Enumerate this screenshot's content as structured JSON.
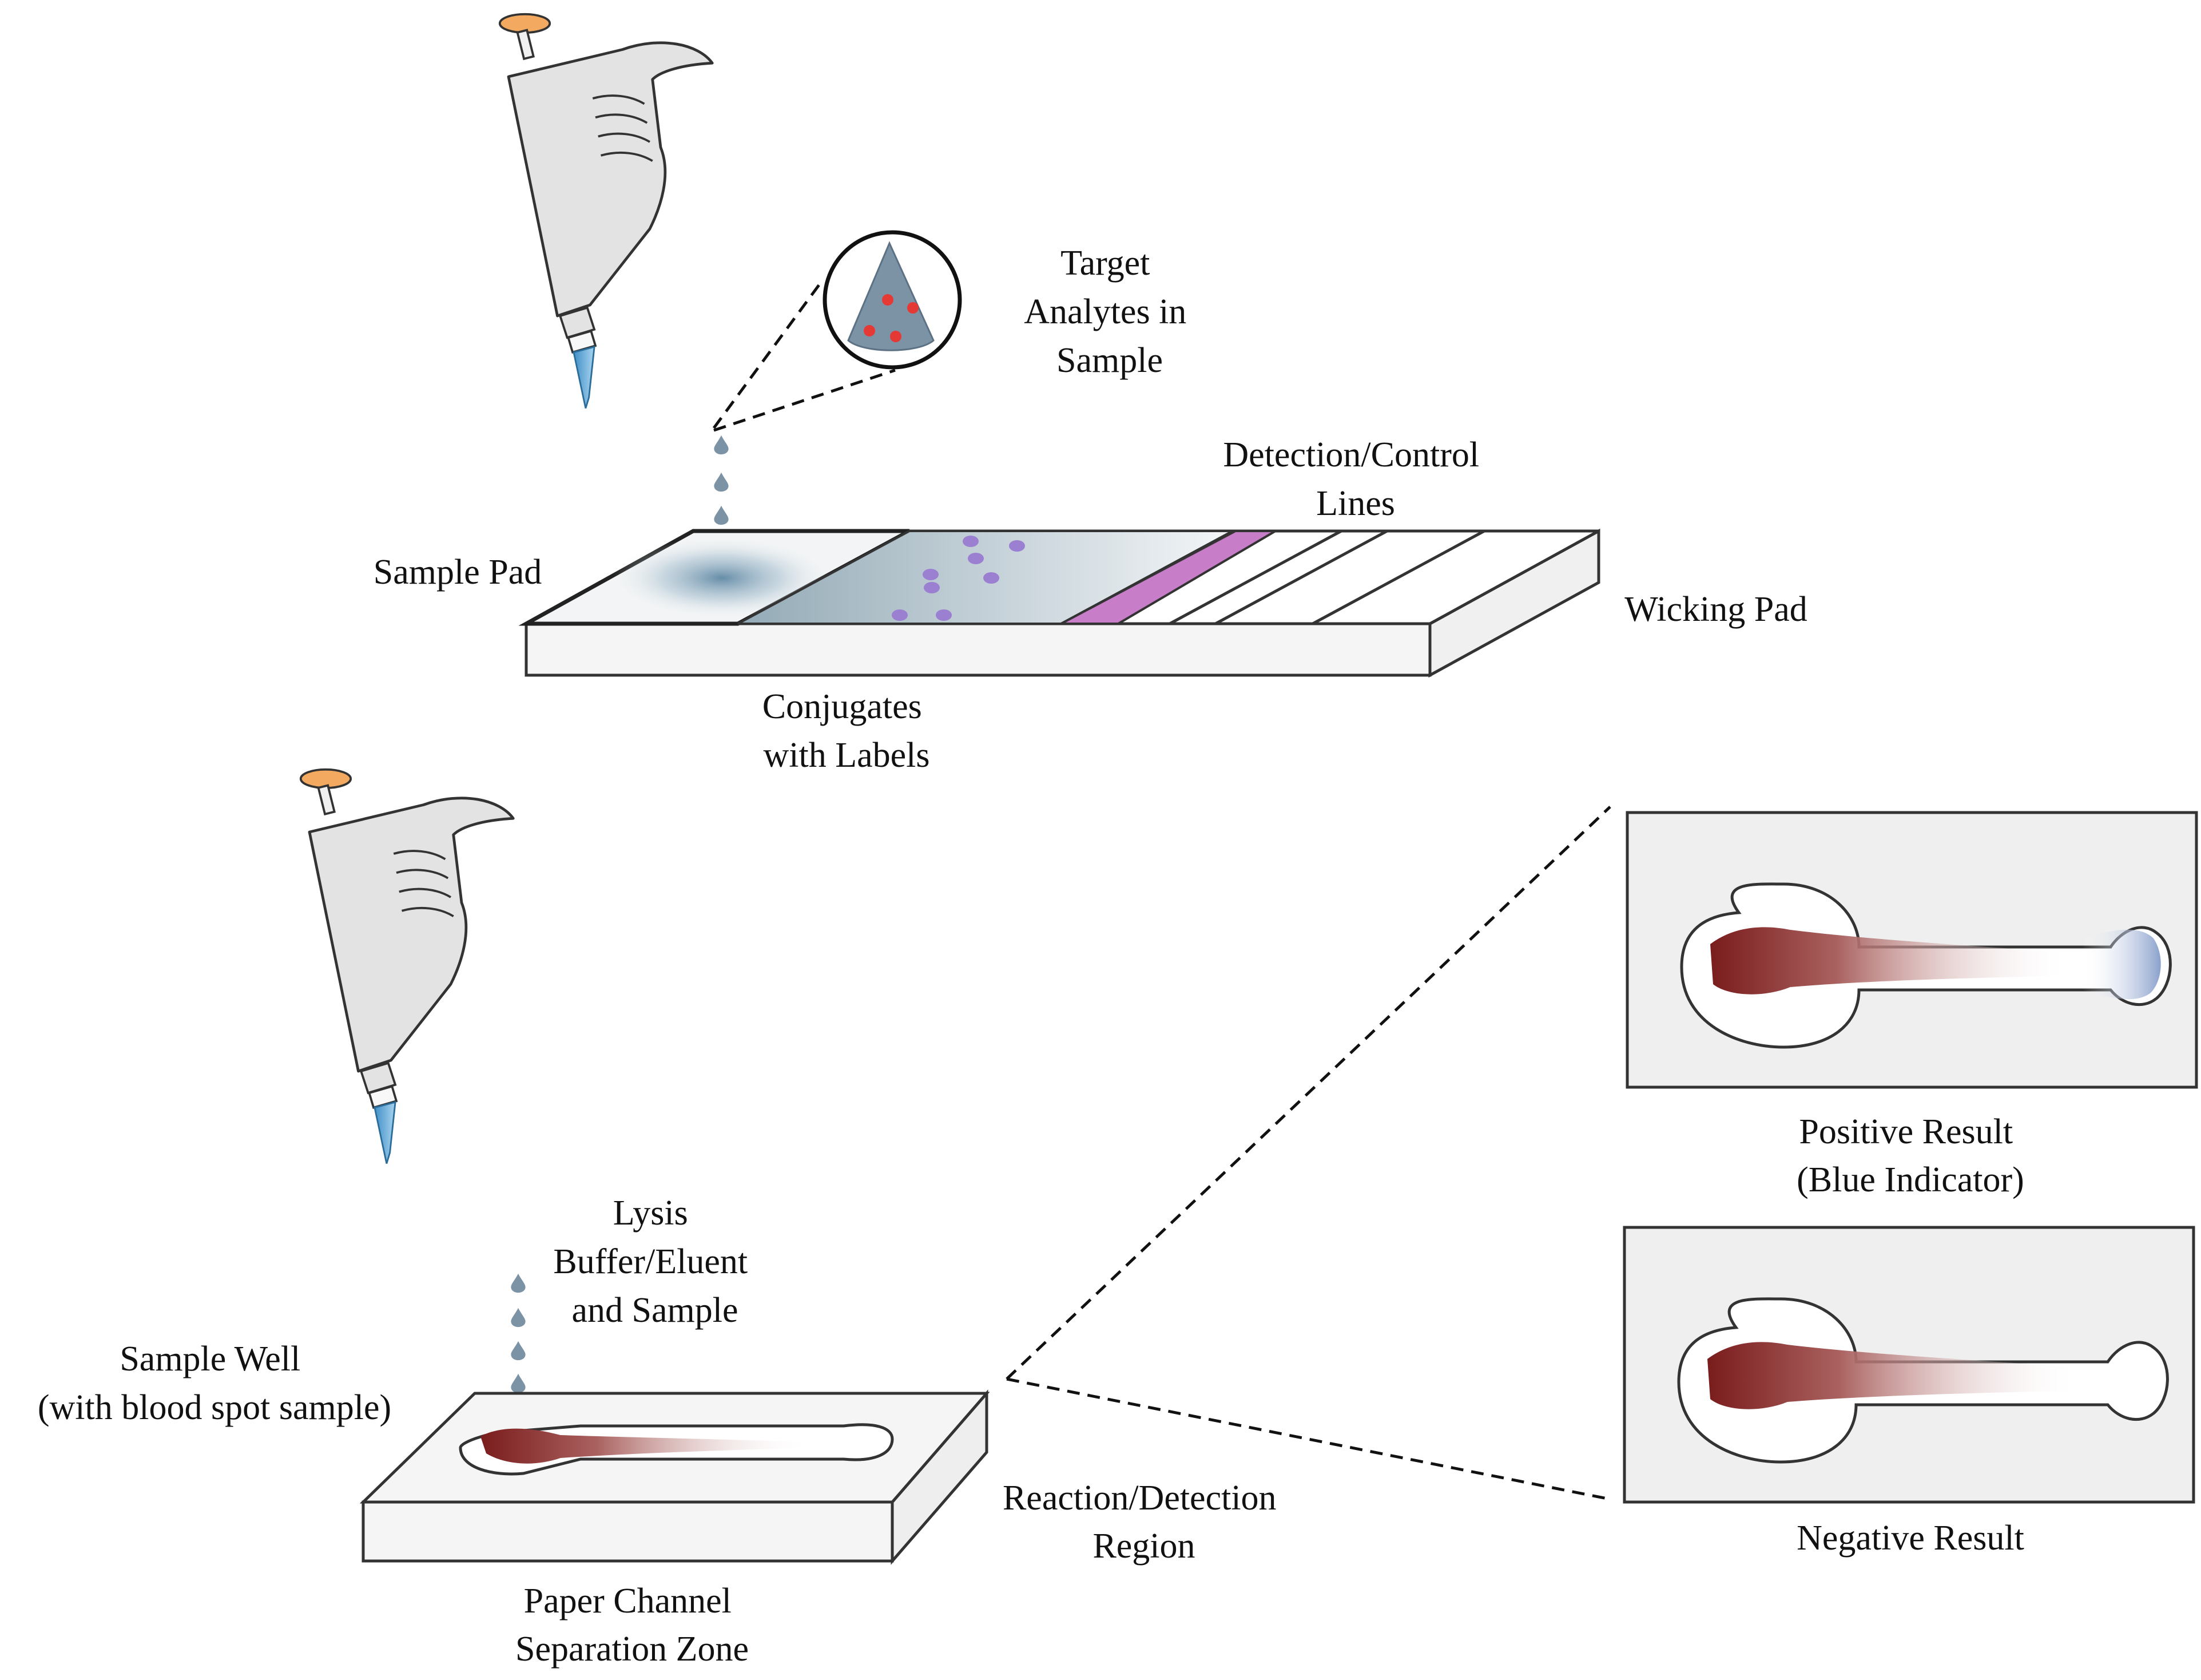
{
  "labels": {
    "target": [
      "Target",
      "Analytes in",
      "Sample"
    ],
    "detection_control": [
      "Detection/Control",
      "Lines"
    ],
    "sample_pad": "Sample Pad",
    "wicking_pad": "Wicking Pad",
    "conjugates": [
      "Conjugates",
      "with Labels"
    ],
    "lysis": [
      "Lysis",
      "Buffer/Eluent",
      "and Sample"
    ],
    "sample_well": [
      "Sample Well",
      "(with blood spot sample)"
    ],
    "reaction_detection": [
      "Reaction/Detection",
      "Region"
    ],
    "paper_channel": [
      "Paper Channel",
      "Separation Zone"
    ],
    "positive": [
      "Positive Result",
      "(Blue Indicator)"
    ],
    "negative": "Negative Result"
  },
  "colors": {
    "outline": "#333333",
    "pipette_body": "#e3e3e3",
    "plunger_cap": "#f4a960",
    "tip": "#5aa9d8",
    "droplet": "#7c93a6",
    "analyte": "#e53935",
    "conjugate_dot": "#9b7fd1",
    "strip_band": "#c77dc7",
    "blood": "#7a1c1c",
    "blue_indicator": "#8aa0cc",
    "panel_bg": "#efefef"
  }
}
